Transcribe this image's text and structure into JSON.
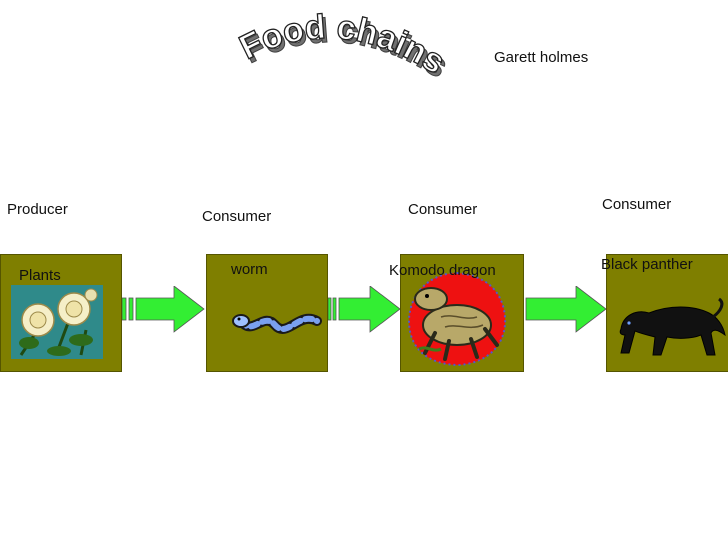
{
  "title": {
    "text": "Food chains"
  },
  "author": "Garett holmes",
  "nodes": [
    {
      "role": "Producer",
      "name": "Plants",
      "icon": "roses-icon"
    },
    {
      "role": "Consumer",
      "name": "worm",
      "icon": "worm-icon"
    },
    {
      "role": "Consumer",
      "name": "Komodo dragon",
      "icon": "komodo-dragon-icon"
    },
    {
      "role": "Consumer",
      "name": "Black panther",
      "icon": "panther-icon"
    }
  ],
  "colors": {
    "box_fill": "#7f7f00",
    "arrow_fill": "#33ee33",
    "title_fill": "#ffffff",
    "title_shadow": "#707070"
  }
}
